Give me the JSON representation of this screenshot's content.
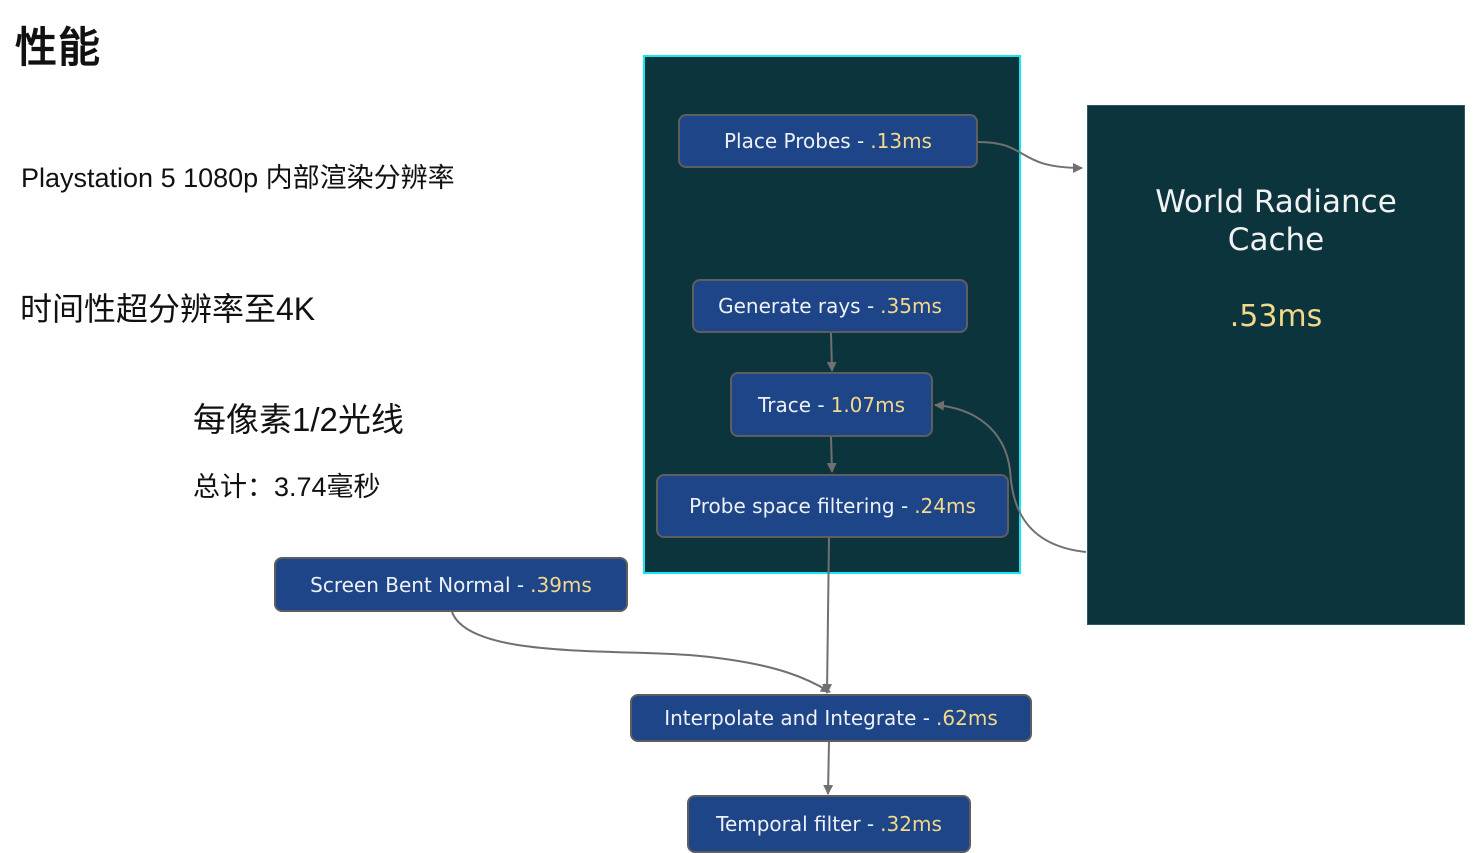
{
  "slide": {
    "title": "性能",
    "points": [
      "Playstation 5 1080p 内部渲染分辨率",
      "时间性超分辨率至4K",
      "每像素1/2光线",
      "总计：3.74毫秒"
    ]
  },
  "diagram": {
    "colors": {
      "node_fill": "#1e4588",
      "node_border": "#5e5e5e",
      "group_fill": "#0c343d",
      "group_border": "#17e6ee",
      "time_text": "#f2d98b",
      "edge": "#707070"
    },
    "nodes": [
      {
        "id": "place-probes",
        "label": "Place Probes -",
        "time": ".13ms"
      },
      {
        "id": "generate-rays",
        "label": "Generate rays -",
        "time": ".35ms"
      },
      {
        "id": "trace",
        "label": "Trace -",
        "time": "1.07ms"
      },
      {
        "id": "probe-space-filtering",
        "label": "Probe space filtering -",
        "time": ".24ms"
      },
      {
        "id": "screen-bent-normal",
        "label": "Screen Bent Normal -",
        "time": ".39ms"
      },
      {
        "id": "interpolate-integrate",
        "label": "Interpolate and Integrate -",
        "time": ".62ms"
      },
      {
        "id": "temporal-filter",
        "label": "Temporal filter -",
        "time": ".32ms"
      }
    ],
    "cache": {
      "title_line1": "World Radiance",
      "title_line2": "Cache",
      "time": ".53ms"
    },
    "edges": [
      {
        "from": "place-probes",
        "to": "world-radiance-cache"
      },
      {
        "from": "generate-rays",
        "to": "trace"
      },
      {
        "from": "trace",
        "to": "probe-space-filtering"
      },
      {
        "from": "world-radiance-cache",
        "to": "trace"
      },
      {
        "from": "probe-space-filtering",
        "to": "interpolate-integrate"
      },
      {
        "from": "screen-bent-normal",
        "to": "interpolate-integrate"
      },
      {
        "from": "interpolate-integrate",
        "to": "temporal-filter"
      }
    ]
  }
}
